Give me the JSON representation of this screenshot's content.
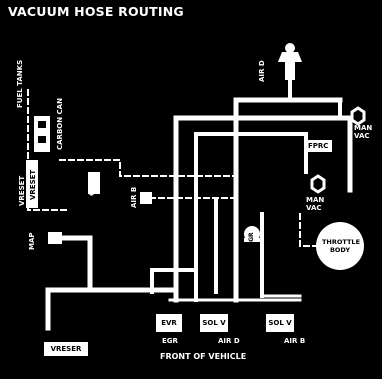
{
  "title": "VACUUM HOSE ROUTING",
  "labels": {
    "fuel_tanks": "FUEL TANKS",
    "carbon_can": "CARBON CAN",
    "vreset": "VRESET",
    "vreset_box": "VRESET",
    "vreset_bottom": "VRESER",
    "canp": "CANP",
    "air_b_top": "AIR B",
    "air_d_top": "AIR D",
    "fprc": "FPRC",
    "man_vac_1": "MAN\nVAC",
    "man_vac_2": "MAN\nVAC",
    "map": "MAP",
    "egr_valve": "EGR",
    "throttle_body": "THROTTLE\nBODY",
    "evr": "EVR",
    "egr": "EGR",
    "sol_v_1": "SOL V",
    "air_d_bottom": "AIR D",
    "sol_v_2": "SOL V",
    "air_b_bottom": "AIR B",
    "front_of_vehicle": "FRONT OF VEHICLE"
  },
  "colors": {
    "background": "#000000",
    "hose": "#ffffff",
    "component": "#ffffff"
  }
}
